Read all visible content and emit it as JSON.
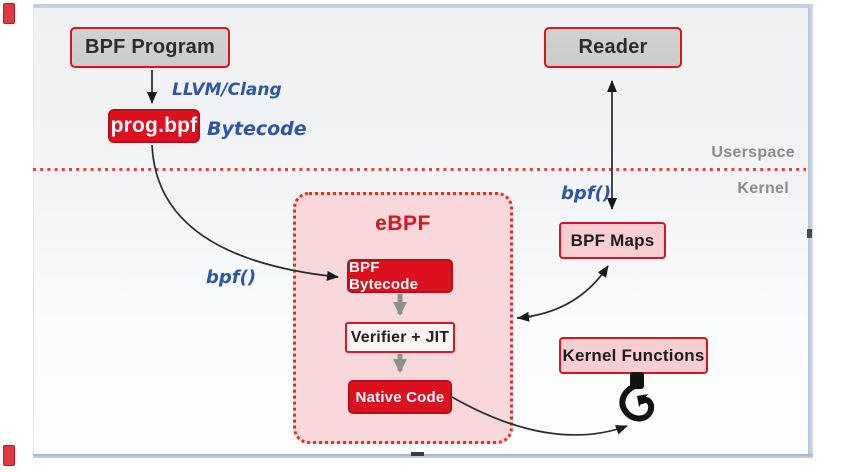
{
  "slide": {
    "userspace_label": "Userspace",
    "kernel_label": "Kernel"
  },
  "nodes": {
    "bpf_program": {
      "label": "BPF Program"
    },
    "prog_bpf": {
      "label": "prog.bpf"
    },
    "reader": {
      "label": "Reader"
    },
    "bpf_maps": {
      "label": "BPF Maps"
    },
    "ebpf": {
      "label": "eBPF"
    },
    "bpf_bytecode": {
      "label": "BPF Bytecode"
    },
    "verifier_jit": {
      "label": "Verifier + JIT"
    },
    "native_code": {
      "label": "Native Code"
    },
    "kernel_functions": {
      "label": "Kernel Functions"
    }
  },
  "annotations": {
    "llvm_clang": "LLVM/Clang",
    "bytecode": "Bytecode",
    "bpf_call_left": "bpf()",
    "bpf_call_right": "bpf()"
  },
  "colors": {
    "accent_red": "#d7141f",
    "bright_red_fill": "#dd1020",
    "pink_fill": "#f9ced2",
    "container_pink": "#f9d8db",
    "annotation_blue": "#2d56aa",
    "muted_gray_label": "#8c8c8c",
    "gray_node_fill": "#cecece"
  }
}
